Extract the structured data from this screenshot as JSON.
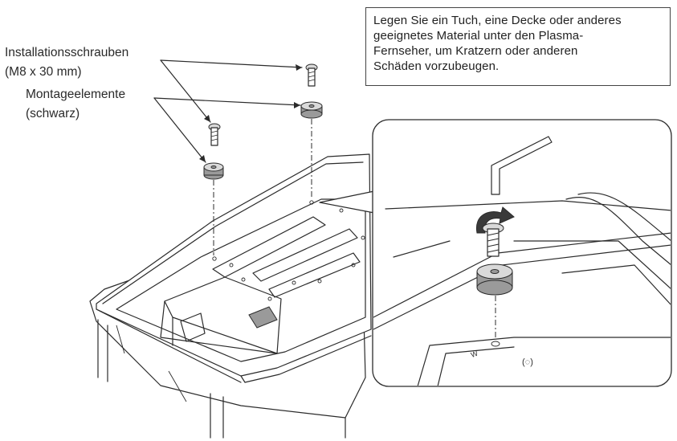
{
  "note": {
    "lines": [
      "Legen Sie ein Tuch, eine Decke oder anderes",
      "geeignetes Material unter den Plasma-",
      "Fernseher, um Kratzern oder anderen",
      "Schäden vorzubeugen."
    ]
  },
  "labels": {
    "screws_line1": "Installationsschrauben",
    "screws_line2": "(M8 x 30 mm)",
    "mounts_line1": "Montageelemente",
    "mounts_line2": "(schwarz)"
  },
  "detail": {
    "hole_mark": "W",
    "symbol": "(◌)"
  },
  "colors": {
    "line": "#2b2b2b",
    "fill_light": "#d9d9d9",
    "fill_dark": "#9a9a9a"
  }
}
